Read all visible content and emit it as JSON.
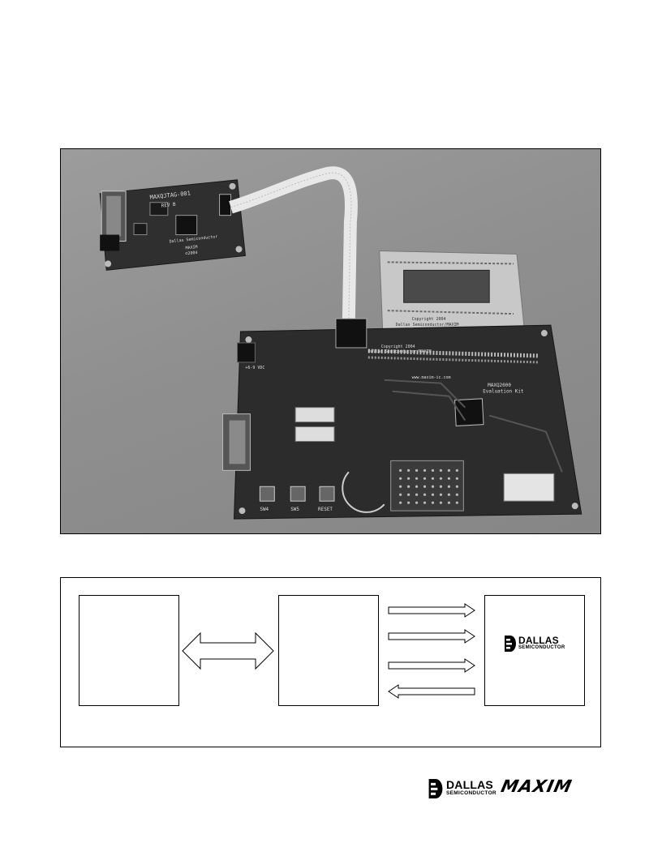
{
  "photo": {
    "caption_alt": "",
    "jtag_board": {
      "silk_title": "MAXQJTAG-001",
      "silk_rev": "REV B",
      "silk_maker": "Dallas Semiconductor",
      "silk_brand": "MAXIM",
      "silk_year": "©2004"
    },
    "lcd_board": {
      "silk_copyright": "Copyright 2004",
      "silk_maker": "Dallas Semiconductor/MAXIM"
    },
    "eval_board": {
      "silk_copyright": "Copyright 2004",
      "silk_maker": "Dallas Semiconductor/MAXIM",
      "silk_url": "www.maxim-ic.com",
      "silk_part": "MAXQ2000",
      "silk_kit": "Evaluation Kit",
      "silk_power": "+6-9 VDC",
      "btn_sw4": "SW4",
      "btn_sw5": "SW5",
      "btn_reset": "RESET"
    }
  },
  "diagram": {
    "maxq_block": {
      "logo_word": "DALLAS",
      "logo_sub": "SEMICONDUCTOR"
    }
  },
  "footer": {
    "dallas_word": "DALLAS",
    "dallas_sub": "SEMICONDUCTOR",
    "maxim_word": "MAXIM"
  },
  "colors": {
    "ink": "#000000",
    "pcb_dark": "#2e2e2e",
    "table_gray": "#8f8f8f",
    "ribbon": "#e8e8e8"
  }
}
